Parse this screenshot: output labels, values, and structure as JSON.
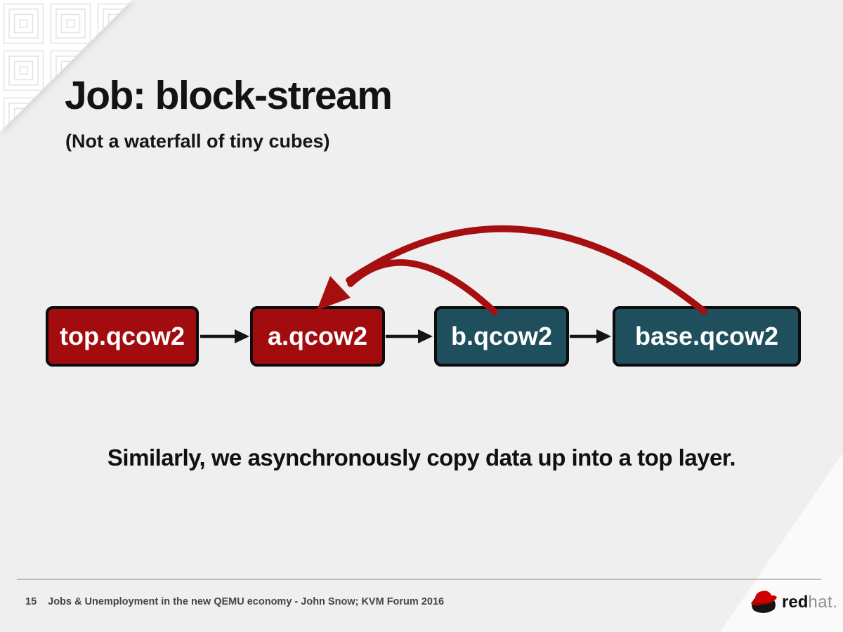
{
  "slide": {
    "title": "Job: block-stream",
    "subtitle": "(Not a waterfall of tiny cubes)",
    "caption": "Similarly, we asynchronously copy data up into a top layer."
  },
  "diagram": {
    "nodes": [
      {
        "label": "top.qcow2",
        "role": "active-layer",
        "color": "#a20c0e"
      },
      {
        "label": "a.qcow2",
        "role": "active-layer",
        "color": "#a20c0e"
      },
      {
        "label": "b.qcow2",
        "role": "base-layer",
        "color": "#1f4e5d"
      },
      {
        "label": "base.qcow2",
        "role": "base-layer",
        "color": "#1f4e5d"
      }
    ],
    "chain_arrows": [
      {
        "from": "top.qcow2",
        "to": "a.qcow2"
      },
      {
        "from": "a.qcow2",
        "to": "b.qcow2"
      },
      {
        "from": "b.qcow2",
        "to": "base.qcow2"
      }
    ],
    "stream_arrows": [
      {
        "from": "b.qcow2",
        "to": "a.qcow2"
      },
      {
        "from": "base.qcow2",
        "to": "a.qcow2"
      }
    ]
  },
  "footer": {
    "page_number": "15",
    "text": "Jobs & Unemployment in the new QEMU economy - John Snow; KVM Forum 2016",
    "logo": {
      "bold_part": "red",
      "light_part": "hat."
    }
  },
  "colors": {
    "background": "#f0efef",
    "active_layer_fill": "#a20c0e",
    "base_layer_fill": "#1f4e5d",
    "node_border": "#0c0c0c",
    "node_text": "#ffffff",
    "chain_arrow": "#141414",
    "stream_arrow": "#a60f10",
    "redhat_red": "#cc0000"
  }
}
